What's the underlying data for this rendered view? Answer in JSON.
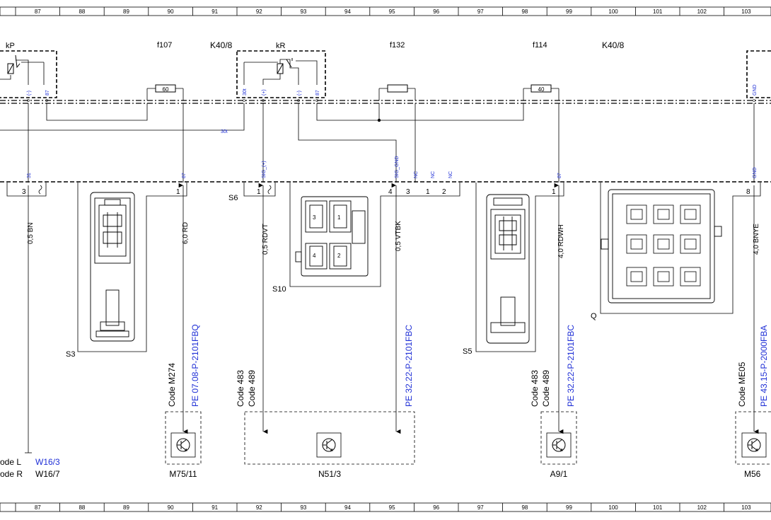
{
  "grid_numbers": [
    "87",
    "88",
    "89",
    "90",
    "91",
    "92",
    "93",
    "94",
    "95",
    "96",
    "97",
    "98",
    "99",
    "100",
    "101",
    "102",
    "103"
  ],
  "relays": {
    "kp": "kP",
    "kr": "kR",
    "k40_left": "K40/8",
    "k40_right": "K40/8"
  },
  "fuses": {
    "f107": {
      "name": "f107",
      "rating": "60"
    },
    "f132": {
      "name": "f132",
      "rating": ""
    },
    "f114": {
      "name": "f114",
      "rating": "40"
    }
  },
  "pins_top": {
    "kp_minus": "(-)",
    "kp_87": "87",
    "kr_30t": "30t",
    "kr_plus": "(+)",
    "kr_minus": "(-)",
    "kr_87": "87",
    "gnd_right": "GND",
    "wire_30t": "30t"
  },
  "pins_mid": {
    "p31": "31",
    "p87a": "87",
    "sig_plus": "SIG_(+)",
    "sig_gnd": "SIG_GND",
    "nc1": "NC",
    "nc2": "NC",
    "nc3": "NC",
    "p87b": "87",
    "gnd": "GND"
  },
  "connector_pins": {
    "c3": "3",
    "c1a": "1",
    "c1b": "1",
    "c4": "4",
    "c3b": "3",
    "c1c": "1",
    "c2": "2",
    "c1d": "1",
    "c8": "8"
  },
  "plug_labels": {
    "p3": "3",
    "p1": "1",
    "p4": "4",
    "p2": "2"
  },
  "connectors": {
    "s3": "S3",
    "s6": "S6",
    "s10": "S10",
    "s5": "S5",
    "q": "Q"
  },
  "wires": {
    "w1": "0,5 BN",
    "w2": "6,0 RD",
    "w3": "0,5 RDVT",
    "w4": "0,5 VTBK",
    "w5": "4,0 RDWH",
    "w6": "4,0 BNYE"
  },
  "codes": {
    "m274": "Code M274",
    "c483a": "Code 483",
    "c489a": "Code 489",
    "c483b": "Code 483",
    "c489b": "Code 489",
    "me05": "Code ME05"
  },
  "refs": {
    "r1": "PE 07.08-P-2101FBQ",
    "r2": "PE 32.22-P-2101FBC",
    "r3": "PE 32.22-P-2101FBC",
    "r4": "PE 43.15-P-2000FBA"
  },
  "components": {
    "m75": "M75/11",
    "n51": "N51/3",
    "a9": "A9/1",
    "m56": "M56"
  },
  "grounds": {
    "codeL": "ode L",
    "codeR": "ode R",
    "w163": "W16/3",
    "w167": "W16/7"
  },
  "colors": {
    "link_blue": "#1f2fd6",
    "line": "#000000"
  }
}
